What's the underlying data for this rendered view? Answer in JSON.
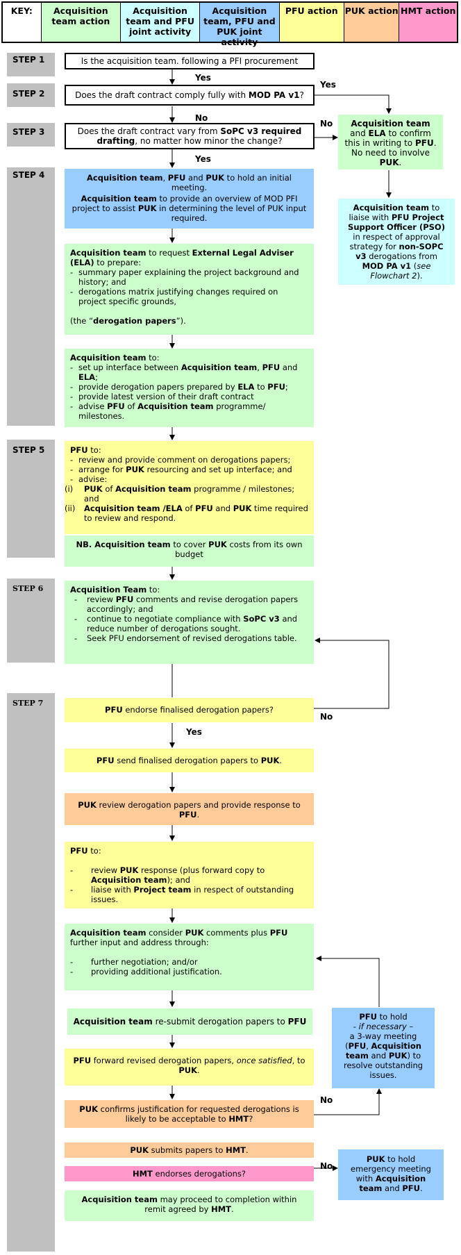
{
  "key": {
    "label": "KEY:",
    "items": [
      {
        "label": "Acquisition team action",
        "color": "#ccffcc"
      },
      {
        "label": "Acquisition team and PFU joint activity",
        "color": "#ccffff"
      },
      {
        "label": "Acquisition team, PFU and PUK joint activity",
        "color": "#99ccff"
      },
      {
        "label": "PFU action",
        "color": "#ffff99"
      },
      {
        "label": "PUK action",
        "color": "#ffcc99"
      },
      {
        "label": "HMT action",
        "color": "#ff99cc"
      }
    ]
  },
  "steps": [
    "STEP 1",
    "STEP 2",
    "STEP 3",
    "STEP 4",
    "STEP 5",
    "STEP 6",
    "STEP 7"
  ],
  "answers": {
    "yes": "Yes",
    "no": "No"
  },
  "boxes": {
    "s1": "Is the acquisition team. following a PFI procurement",
    "s2": {
      "t1": "Does the draft contract comply fully with ",
      "b1": "MOD PA v1",
      "t2": "?"
    },
    "s3": {
      "t1": "Does the draft contract vary from ",
      "b1": "SoPC v3 required drafting",
      "t2": ", no matter how minor the change?"
    },
    "confirm": {
      "b1": "Acquisition team",
      "t1": " and ",
      "b2": "ELA",
      "t2": " to confirm this in writing to ",
      "b3": "PFU",
      "t3": ". No need to involve ",
      "b4": "PUK",
      "t4": "."
    },
    "liaise": {
      "b1": "Acquisition team",
      "t1": " to liaise with ",
      "b2": "PFU Project Support Officer (PSO)",
      "t2": " in respect of approval strategy for ",
      "b3": "non-SOPC v3",
      "t3": " derogations from ",
      "b4": "MOD PA v1",
      "t4": " (",
      "i1": "see Flowchart 2",
      "t5": ")."
    },
    "s4a": {
      "b1": "Acquisition team",
      "t1": ", ",
      "b2": "PFU",
      "t2": " and ",
      "b3": "PUK",
      "t3": " to hold an initial meeting.",
      "b4": "Acquisition team",
      "t4": " to provide an overview of MOD PFI project to assist ",
      "b5": "PUK",
      "t5": " in determining the level of PUK input required."
    },
    "s4b": {
      "b1": "Acquisition team",
      "t1": " to request ",
      "b2": "External Legal Adviser (ELA)",
      "t2": " to prepare:",
      "li1": "summary paper explaining the project background and history; and",
      "li2": "derogations matrix justifying changes required on project specific grounds,",
      "t3": "(the “",
      "b3": "derogation papers",
      "t4": "”)."
    },
    "s4c": {
      "b1": "Acquisition team",
      "t1": " to:",
      "li1a": "set up interface between ",
      "li1b": "Acquisition team",
      "li1c": ", ",
      "li1d": "PFU",
      "li1e": " and ",
      "li1f": "ELA",
      "li1g": ";",
      "li2a": "provide derogation papers prepared by ",
      "li2b": "ELA",
      "li2c": " to ",
      "li2d": "PFU",
      "li2e": ";",
      "li3": "provide latest version of their draft contract",
      "li4a": "advise ",
      "li4b": "PFU",
      "li4c": " of ",
      "li4d": "Acquisition team",
      "li4e": " programme/ milestones."
    },
    "s5": {
      "b1": "PFU",
      "t1": " to:",
      "li1": "review and provide comment on derogations papers;",
      "li2a": "arrange for ",
      "li2b": "PUK",
      "li2c": " resourcing and set up interface; and",
      "li3": "advise:",
      "r1m": "(i)",
      "r1b": "PUK",
      "r1t": " of ",
      "r1c": "Acquisition team",
      "r1d": " programme / milestones; and",
      "r2m": "(ii)",
      "r2b": "Acquisition team /ELA",
      "r2t": " of ",
      "r2c": "PFU",
      "r2d": " and ",
      "r2e": "PUK",
      "r2f": " time required to review and respond."
    },
    "s5nb": {
      "b1": "NB. Acquisition team",
      "t1": " to cover ",
      "b2": "PUK",
      "t2": " costs from its own budget"
    },
    "s6": {
      "b1": "Acquisition Team",
      "t1": " to:",
      "li1a": "review ",
      "li1b": "PFU",
      "li1c": " comments and revise derogation papers accordingly; and",
      "li2a": "continue to negotiate compliance with ",
      "li2b": "SoPC v3",
      "li2c": " and reduce number of derogations sought.",
      "li3": "Seek PFU endorsement of revised derogations table."
    },
    "s7a": {
      "b1": "PFU",
      "t1": " endorse finalised derogation papers?"
    },
    "s7b": {
      "b1": "PFU",
      "t1": " send finalised derogation papers to ",
      "b2": "PUK",
      "t2": "."
    },
    "s7c": {
      "b1": "PUK",
      "t1": " review derogation papers and provide response to ",
      "b2": "PFU",
      "t2": "."
    },
    "s7d": {
      "b1": "PFU",
      "t1": " to:",
      "li1a": "review ",
      "li1b": "PUK",
      "li1c": " response (plus forward copy to ",
      "li1d": "Acquisition team",
      "li1e": "); and",
      "li2a": "liaise with ",
      "li2b": "Project team",
      "li2c": " in respect of outstanding issues."
    },
    "s7e": {
      "b1": "Acquisition team",
      "t1": " consider ",
      "b2": "PUK",
      "t2": " comments plus ",
      "b3": "PFU",
      "t3": " further input and address through:",
      "li1": "further negotiation; and/or",
      "li2": "providing additional justification."
    },
    "s7f": {
      "b1": "Acquisition team",
      "t1": " re-submit derogation papers to ",
      "b2": "PFU"
    },
    "s7g": {
      "b1": "PFU",
      "t1": " forward revised derogation papers, ",
      "i1": "once satisfied",
      "t2": ", to ",
      "b2": "PUK",
      "t3": "."
    },
    "s7h": {
      "b1": "PUK",
      "t1": " confirms justification for requested derogations is likely to be acceptable to ",
      "b2": "HMT",
      "t2": "?"
    },
    "s7i": {
      "b1": "PUK",
      "t1": " submits papers to ",
      "b2": "HMT",
      "t2": "."
    },
    "s7j": {
      "b1": "HMT",
      "t1": " endorses derogations?"
    },
    "s7k": {
      "b1": "Acquisition team",
      "t1": " may proceed to completion within remit agreed by ",
      "b2": "HMT",
      "t2": "."
    },
    "meet3": {
      "b1": "PFU",
      "t1": " to hold",
      "i1": "- if necessary –",
      "t2": "a 3-way meeting (",
      "b2": "PFU",
      "t3": ", ",
      "b3": "Acquisition team",
      "t4": " and ",
      "b4": "PUK",
      "t5": ") to resolve outstanding issues."
    },
    "emerg": {
      "b1": "PUK",
      "t1": " to hold emergency meeting with ",
      "b2": "Acquisition team",
      "t2": " and ",
      "b3": "PFU",
      "t3": "."
    }
  }
}
